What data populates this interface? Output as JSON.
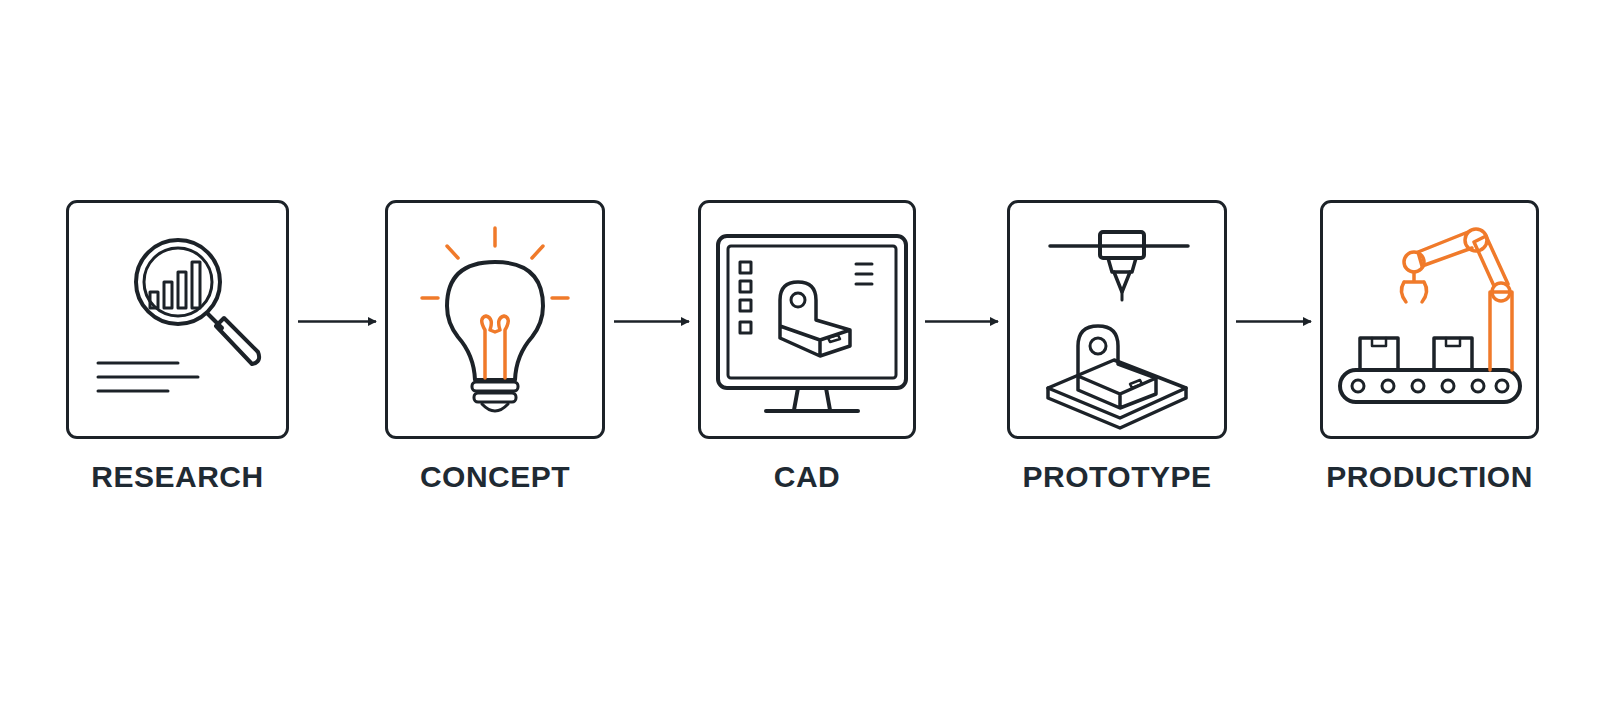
{
  "diagram": {
    "nodes": [
      {
        "text": [
          "RESEARCH"
        ]
      },
      {
        "text": [
          "CONCEPT"
        ]
      },
      {
        "text": [
          "CAD"
        ]
      },
      {
        "text": [
          "PROTOTYPE"
        ]
      },
      {
        "text": [
          "PRODUCTION"
        ]
      }
    ],
    "edges": [
      {
        "from": 0,
        "to": 1,
        "arrow": "to"
      },
      {
        "from": 1,
        "to": 2,
        "arrow": "to"
      },
      {
        "from": 2,
        "to": 3,
        "arrow": "to"
      },
      {
        "from": 3,
        "to": 4,
        "arrow": "to"
      }
    ]
  }
}
